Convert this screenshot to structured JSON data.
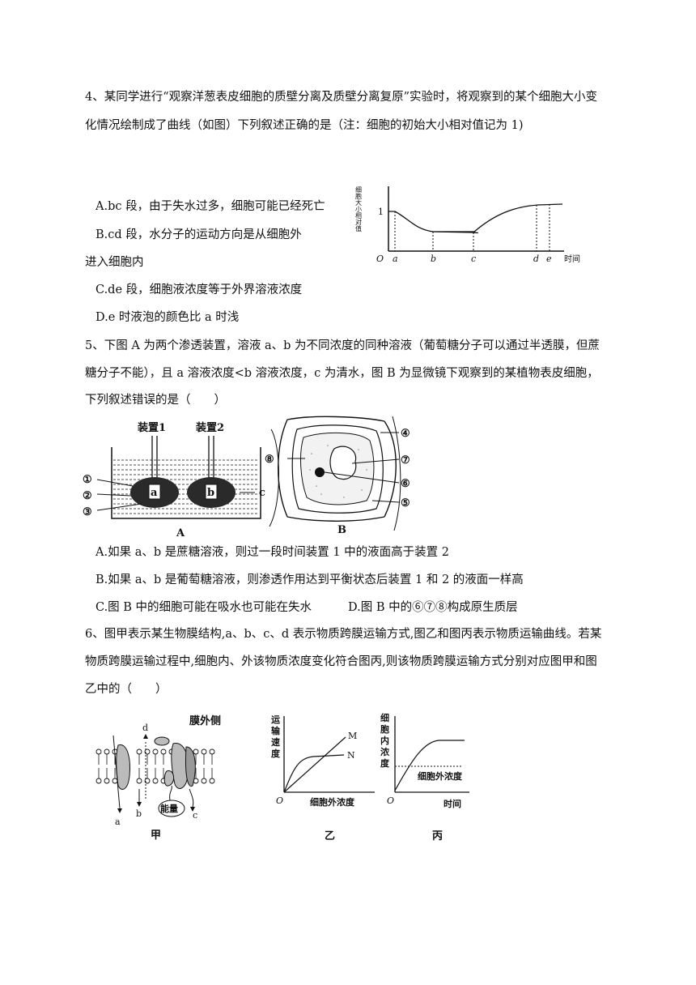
{
  "q4": {
    "line1": "4、某同学进行“观察洋葱表皮细胞的质壁分离及质壁分离复原”实验时，将观察到的某个细胞大小变",
    "line2": "化情况绘制成了曲线（如图）下列叙述正确的是（注：细胞的初始大小相对值记为 1)",
    "opt_a": "A.bc 段，由于失水过多，细胞可能已经死亡",
    "opt_b1": "B.cd 段，水分子的运动方向是从细胞外",
    "opt_b2": "进入细胞内",
    "opt_c": "C.de 段，细胞液浓度等于外界溶液浓度",
    "opt_d": "D.e 时液泡的颜色比 a 时浅",
    "graph": {
      "ylabel": "细胞大小相对值",
      "y_tick": "1",
      "origin": "O",
      "xlabel": "时间",
      "points": [
        "a",
        "b",
        "c",
        "d",
        "e"
      ]
    }
  },
  "q5": {
    "line1": "5、下图 A 为两个渗透装置，溶液 a、b 为不同浓度的同种溶液（葡萄糖分子可以通过半透膜，但蔗",
    "line2": "糖分子不能），且 a 溶液浓度<b 溶液浓度，c 为清水，图 B 为显微镜下观察到的某植物表皮细胞，",
    "line3": "下列叙述错误的是（　　）",
    "figA": {
      "dev1": "装置1",
      "dev2": "装置2",
      "sol_a": "a",
      "sol_b": "b",
      "water": "c",
      "n1": "①",
      "n2": "②",
      "n3": "③",
      "caption": "A"
    },
    "figB": {
      "n4": "④",
      "n5": "⑤",
      "n6": "⑥",
      "n7": "⑦",
      "n8": "⑧",
      "caption": "B"
    },
    "opt_a": "A.如果 a、b 是蔗糖溶液，则过一段时间装置 1 中的液面高于装置 2",
    "opt_b": "B.如果 a、b 是葡萄糖溶液，则渗透作用达到平衡状态后装置 1 和 2 的液面一样高",
    "opt_c": "C.图 B 中的细胞可能在吸水也可能在失水",
    "opt_d": "D.图 B 中的⑥⑦⑧构成原生质层"
  },
  "q6": {
    "line1": "6、图甲表示某生物膜结构,a、b、c、d 表示物质跨膜运输方式,图乙和图丙表示物质运输曲线。若某",
    "line2": "物质跨膜运输过程中,细胞内、外该物质浓度变化符合图丙,则该物质跨膜运输方式分别对应图甲和图",
    "line3": "乙中的（　　）",
    "jia": {
      "outside": "膜外侧",
      "energy": "能量",
      "a": "a",
      "b": "b",
      "c": "c",
      "d": "d",
      "caption": "甲"
    },
    "yi": {
      "ylabel": "运输速度",
      "M": "M",
      "N": "N",
      "origin": "O",
      "xlabel": "细胞外浓度",
      "caption": "乙"
    },
    "bing": {
      "ylabel": "细胞内浓度",
      "ref": "细胞外浓度",
      "origin": "O",
      "xlabel": "时间",
      "caption": "丙"
    }
  }
}
